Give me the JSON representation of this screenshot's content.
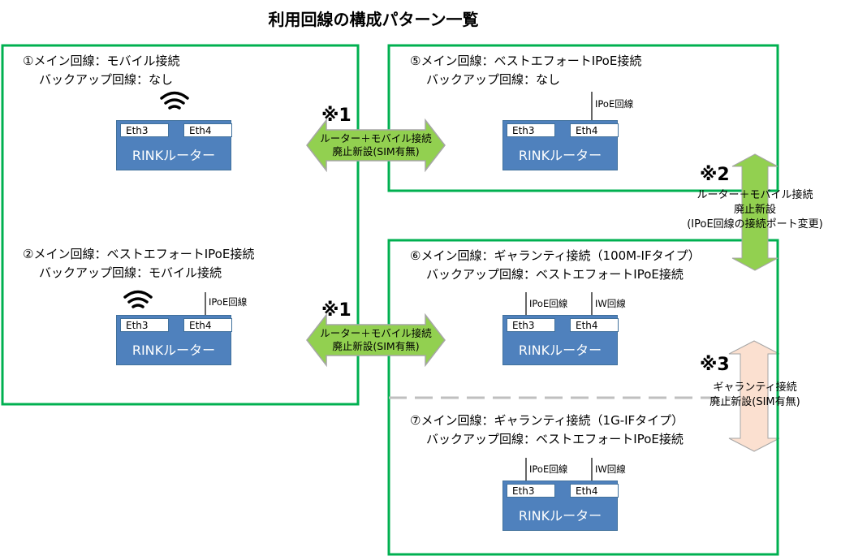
{
  "title": "利用回線の構成パターン一覧",
  "patterns": [
    {
      "main": "①メイン回線：モバイル接続",
      "backup": "バックアップ回線：なし"
    },
    {
      "main": "②メイン回線：ベストエフォートIPoE接続",
      "backup": "バックアップ回線：モバイル接続"
    },
    {
      "main": "⑤メイン回線：ベストエフォートIPoE接続",
      "backup": "バックアップ回線：なし"
    },
    {
      "main": "⑥メイン回線：ギャランティ接続（100M-IFタイプ）",
      "backup": "バックアップ回線：ベストエフォートIPoE接続"
    },
    {
      "main": "⑦メイン回線：ギャランティ接続（1G-IFタイプ）",
      "backup": "バックアップ回線：ベストエフォートIPoE接続"
    }
  ],
  "router": {
    "name": "RINKルーター",
    "eth3": "Eth3",
    "eth4": "Eth4"
  },
  "lines": {
    "ipoe": "IPoE回線",
    "iw": "IW回線"
  },
  "notes": {
    "n1": {
      "mark": "※1",
      "line1": "ルーター＋モバイル接続",
      "line2": "廃止新設(SIM有無)"
    },
    "n2": {
      "mark": "※2",
      "line1": "ルーター＋モバイル接続",
      "line2": "廃止新設",
      "line3": "(IPoE回線の接続ポート変更)"
    },
    "n3": {
      "mark": "※3",
      "line1": "ギャランティ接続",
      "line2": "廃止新設(SIM有無)"
    }
  },
  "colors": {
    "frame": "#00b050",
    "router": "#4f81bd",
    "arrow_green": "#92d050",
    "arrow_peach": "#fbe0d0"
  }
}
